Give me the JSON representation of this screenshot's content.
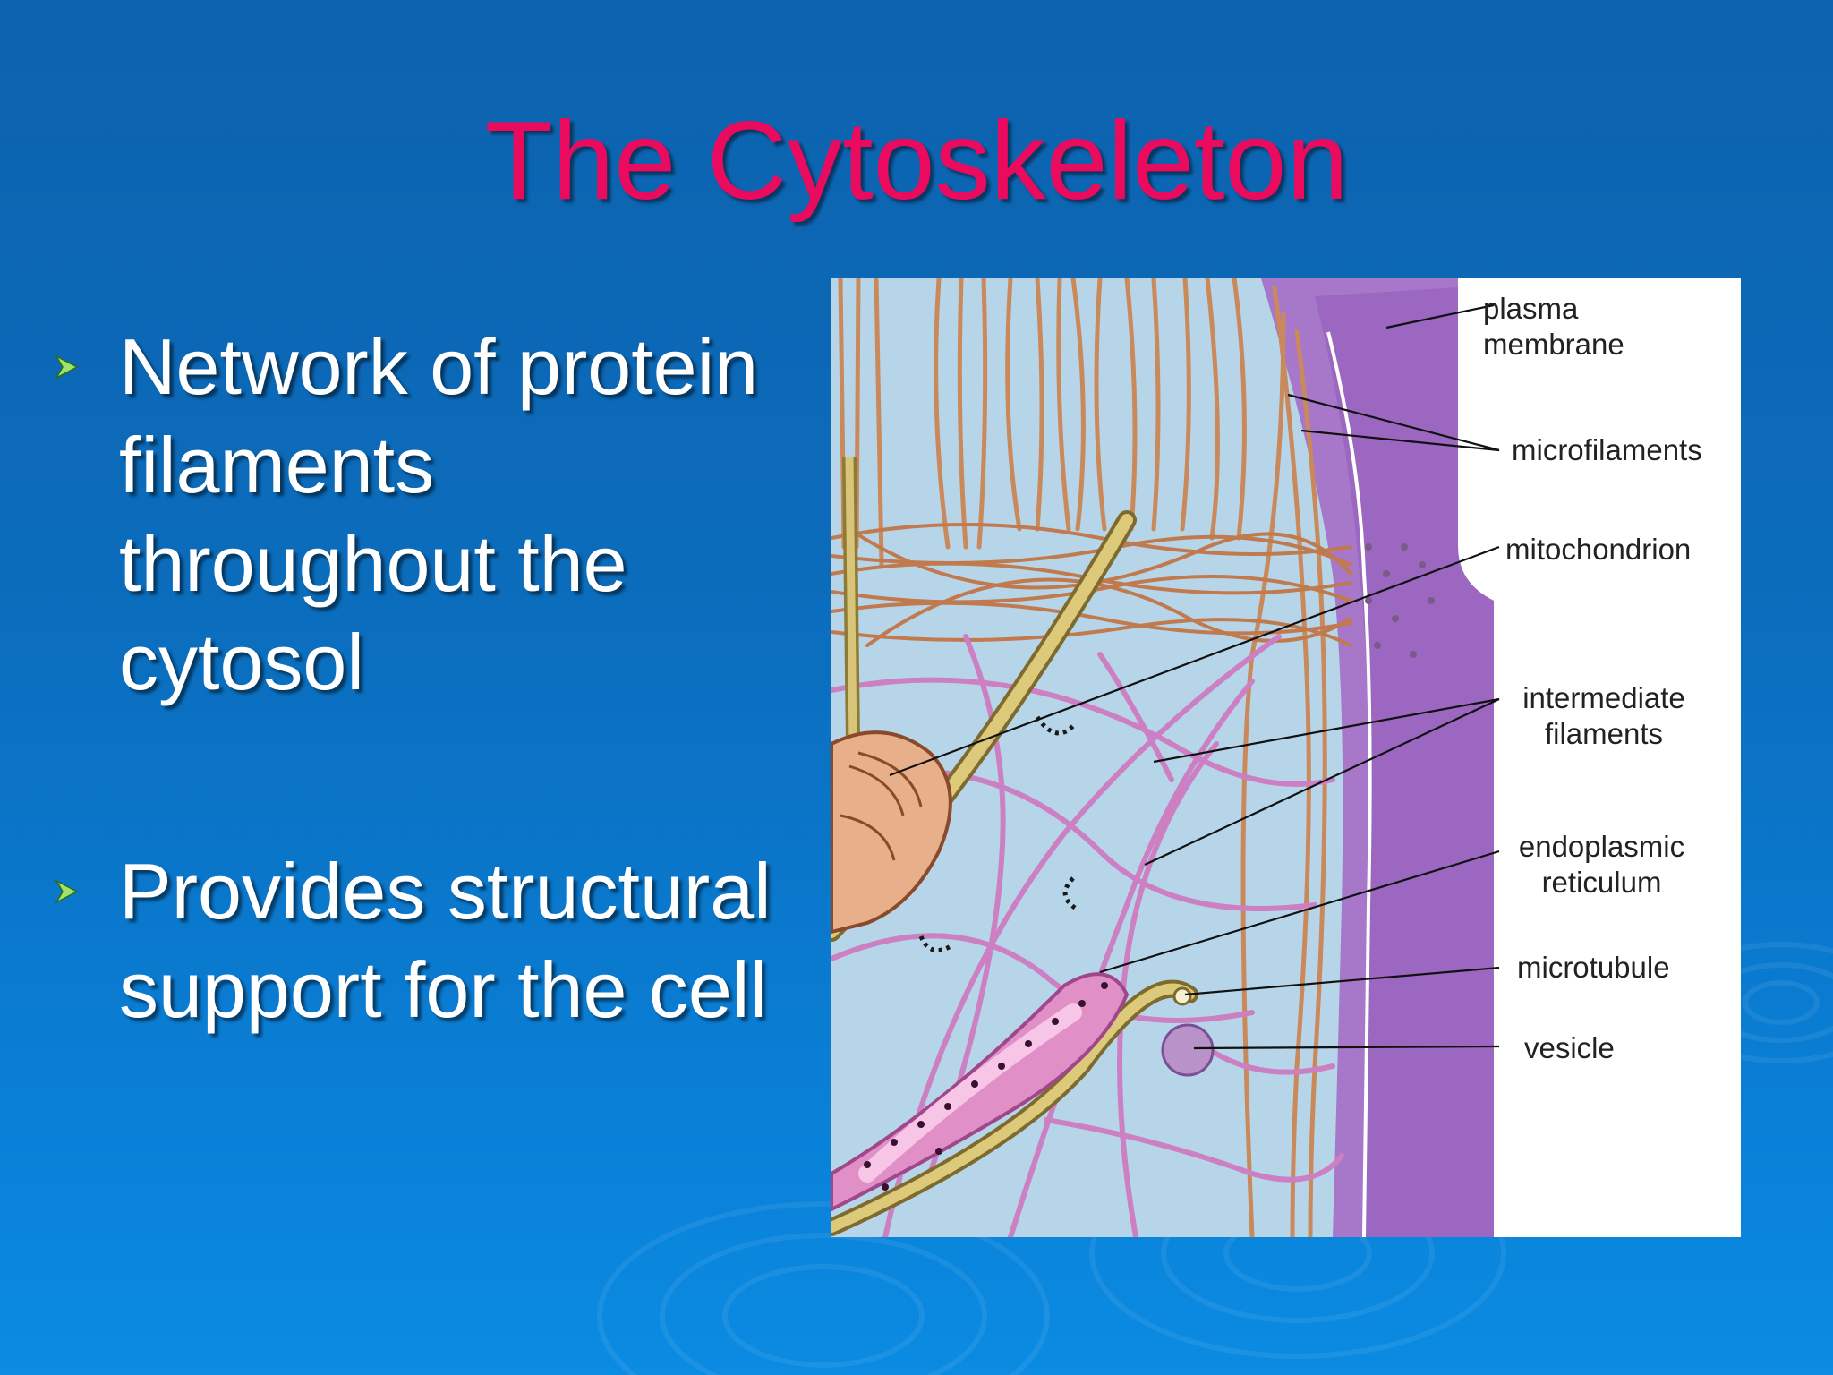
{
  "slide": {
    "title": "The Cytoskeleton",
    "bullets": [
      {
        "text": "Network of protein filaments throughout the cytosol"
      },
      {
        "text": "Provides structural support for the cell"
      }
    ]
  },
  "figure": {
    "labels": {
      "plasma_membrane": "plasma membrane",
      "microfilaments": "microfilaments",
      "mitochondrion": "mitochondrion",
      "intermediate_filaments": "intermediate filaments",
      "endoplasmic_reticulum": "endoplasmic reticulum",
      "microtubule": "microtubule",
      "vesicle": "vesicle"
    }
  },
  "colors": {
    "title": "#ea0b5e",
    "bullet_text": "#ffffff",
    "bullet_marker": "#9be36a",
    "background": "#0b6dbd"
  }
}
